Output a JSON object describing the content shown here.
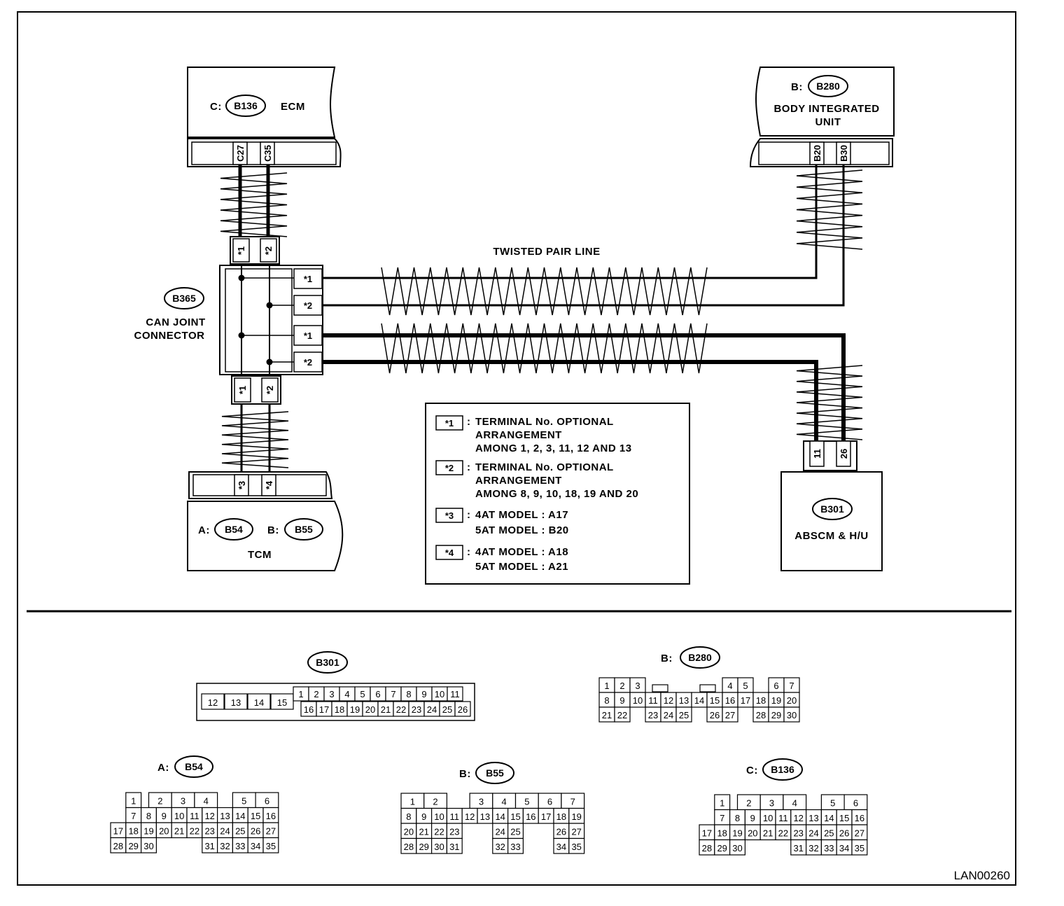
{
  "units": {
    "ecm": {
      "prefix": "C:",
      "code": "B136",
      "name": "ECM",
      "pins": [
        "C27",
        "C35"
      ]
    },
    "biu": {
      "prefix": "B:",
      "code": "B280",
      "name_lines": [
        "BODY INTEGRATED",
        "UNIT"
      ],
      "pins": [
        "B20",
        "B30"
      ]
    },
    "joint": {
      "code": "B365",
      "name_lines": [
        "CAN JOINT",
        "CONNECTOR"
      ],
      "top_pins": [
        "*1",
        "*2"
      ],
      "right_pins": [
        "*1",
        "*2",
        "*1",
        "*2"
      ],
      "bottom_pins": [
        "*1",
        "*2"
      ]
    },
    "tcm": {
      "prefix_a": "A:",
      "code_a": "B54",
      "prefix_b": "B:",
      "code_b": "B55",
      "name": "TCM",
      "pins": [
        "*3",
        "*4"
      ]
    },
    "abs": {
      "code": "B301",
      "name": "ABSCM & H/U",
      "pins": [
        "11",
        "26"
      ]
    }
  },
  "twisted_label": "TWISTED PAIR LINE",
  "legend": [
    {
      "key": "*1",
      "lines": [
        "TERMINAL No. OPTIONAL",
        "ARRANGEMENT",
        "AMONG 1, 2, 3, 11, 12  AND 13"
      ]
    },
    {
      "key": "*2",
      "lines": [
        "TERMINAL No. OPTIONAL",
        "ARRANGEMENT",
        "AMONG 8, 9, 10, 18, 19  AND 20"
      ]
    },
    {
      "key": "*3",
      "lines": [
        "4AT MODEL : A17",
        "5AT MODEL : B20"
      ]
    },
    {
      "key": "*4",
      "lines": [
        "4AT MODEL : A18",
        "5AT MODEL : A21"
      ]
    }
  ],
  "connectors": {
    "b301": {
      "prefix": "",
      "code": "B301",
      "rows": [
        [
          "12",
          "13",
          "14",
          "15",
          "1",
          "2",
          "3",
          "4",
          "5",
          "6",
          "7",
          "8",
          "9",
          "10",
          "11"
        ],
        [
          "16",
          "17",
          "18",
          "19",
          "20",
          "21",
          "22",
          "23",
          "24",
          "25",
          "26"
        ]
      ]
    },
    "b280": {
      "prefix": "B:",
      "code": "B280",
      "rows": [
        [
          "1",
          "2",
          "3",
          "",
          "",
          "",
          "",
          "4",
          "5",
          "",
          "6",
          "7"
        ],
        [
          "8",
          "9",
          "10",
          "11",
          "12",
          "13",
          "14",
          "15",
          "16",
          "17",
          "18",
          "19",
          "20"
        ],
        [
          "21",
          "22",
          "",
          "23",
          "24",
          "25",
          "",
          "26",
          "27",
          "",
          "28",
          "29",
          "30"
        ]
      ]
    },
    "b54": {
      "prefix": "A:",
      "code": "B54",
      "rows": [
        [
          "1",
          "2",
          "3",
          "4",
          "5",
          "6"
        ],
        [
          "7",
          "8",
          "9",
          "10",
          "11",
          "12",
          "13",
          "14",
          "15",
          "16"
        ],
        [
          "17",
          "18",
          "19",
          "20",
          "21",
          "22",
          "23",
          "24",
          "25",
          "26",
          "27"
        ],
        [
          "28",
          "29",
          "30",
          "31",
          "32",
          "33",
          "34",
          "35"
        ]
      ]
    },
    "b55": {
      "prefix": "B:",
      "code": "B55",
      "rows": [
        [
          "1",
          "2",
          "3",
          "4",
          "5",
          "6",
          "7"
        ],
        [
          "8",
          "9",
          "10",
          "11",
          "12",
          "13",
          "14",
          "15",
          "16",
          "17",
          "18",
          "19"
        ],
        [
          "20",
          "21",
          "22",
          "23",
          "24",
          "25",
          "26",
          "27"
        ],
        [
          "28",
          "29",
          "30",
          "31",
          "32",
          "33",
          "34",
          "35"
        ]
      ]
    },
    "b136": {
      "prefix": "C:",
      "code": "B136",
      "rows": [
        [
          "1",
          "2",
          "3",
          "4",
          "5",
          "6"
        ],
        [
          "7",
          "8",
          "9",
          "10",
          "11",
          "12",
          "13",
          "14",
          "15",
          "16"
        ],
        [
          "17",
          "18",
          "19",
          "20",
          "21",
          "22",
          "23",
          "24",
          "25",
          "26",
          "27"
        ],
        [
          "28",
          "29",
          "30",
          "31",
          "32",
          "33",
          "34",
          "35"
        ]
      ]
    }
  },
  "figure_id": "LAN00260"
}
